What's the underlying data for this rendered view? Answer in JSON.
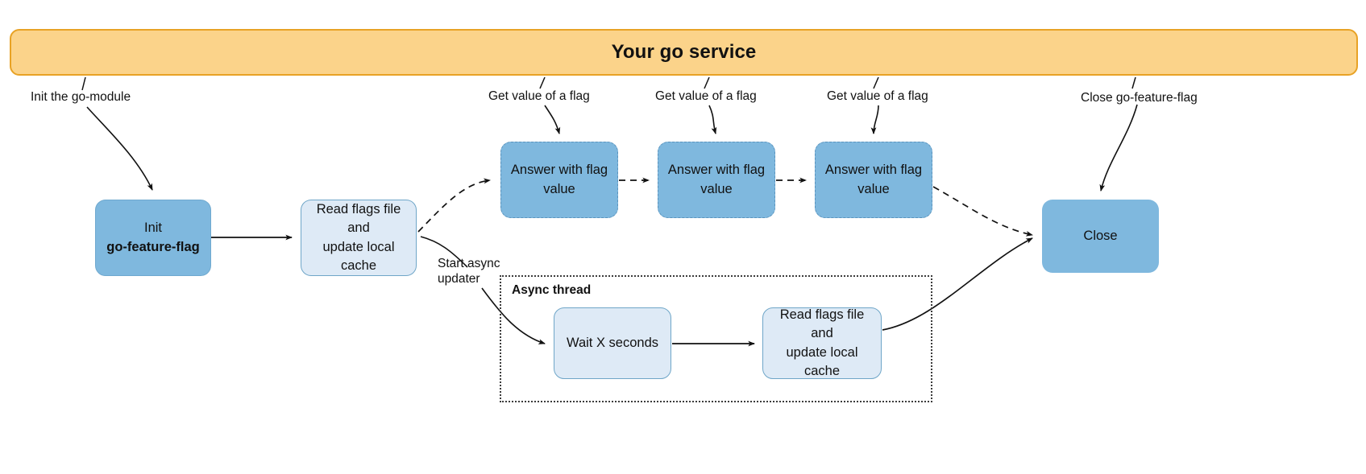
{
  "diagram": {
    "title": "go-feature-flag architecture flow",
    "banner": {
      "label": "Your go service"
    },
    "colors": {
      "banner_fill": "#FBD38A",
      "banner_border": "#E8A225",
      "node_blue_fill": "#7FB8DE",
      "node_blue_border": "#6FA9CF",
      "node_light_fill": "#DEEAF6",
      "node_light_border": "#6FA6C8",
      "edge_stroke": "#111111",
      "container_border": "#3B3B3B"
    },
    "nodes": {
      "init": {
        "line1": "Init",
        "line2": "go-feature-flag"
      },
      "read_flags": {
        "line1": "Read flags file",
        "line2": "and",
        "line3": "update local cache"
      },
      "answer_1": {
        "line1": "Answer with flag",
        "line2": "value"
      },
      "answer_2": {
        "line1": "Answer with flag",
        "line2": "value"
      },
      "answer_3": {
        "line1": "Answer with flag",
        "line2": "value"
      },
      "close": {
        "line1": "Close"
      },
      "wait": {
        "line1": "Wait X seconds"
      },
      "read_flags_async": {
        "line1": "Read flags file",
        "line2": "and",
        "line3": "update local cache"
      }
    },
    "container": {
      "async_thread_label": "Async thread"
    },
    "edge_labels": {
      "init_go_module": "Init the go-module",
      "get_value_1": "Get value of a flag",
      "get_value_2": "Get value of a flag",
      "get_value_3": "Get value of a flag",
      "close_gff": "Close go-feature-flag",
      "start_async_line1": "Start async",
      "start_async_line2": "updater"
    }
  }
}
